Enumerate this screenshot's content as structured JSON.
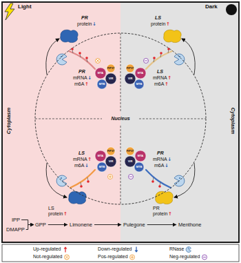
{
  "diagram": {
    "nodes": [
      {
        "text": [
          "Light",
          "Cytoplasm"
        ]
      },
      {
        "text": [
          "Dark",
          "Cytoplasm"
        ]
      },
      {
        "text": [
          "Nucleus"
        ]
      },
      {
        "text": [
          "IPP"
        ]
      },
      {
        "text": [
          "DMAPP"
        ]
      },
      {
        "text": [
          "GPP"
        ]
      },
      {
        "text": [
          "Limonene"
        ]
      },
      {
        "text": [
          "Pulegone"
        ]
      },
      {
        "text": [
          "Menthone"
        ]
      }
    ],
    "edges": [
      {
        "from": 3,
        "to": 5,
        "arrow": "to"
      },
      {
        "from": 4,
        "to": 5,
        "arrow": "to"
      },
      {
        "from": 5,
        "to": 6,
        "label": "LS protein",
        "arrow": "to"
      },
      {
        "from": 6,
        "to": 7,
        "arrow": "to"
      },
      {
        "from": 7,
        "to": 8,
        "label": "PR protein",
        "arrow": "to"
      }
    ],
    "labels": [
      "PR",
      "protein",
      "↓",
      "LS",
      "protein",
      "↑",
      "PR",
      "mRNA",
      "↓",
      "m6A",
      "↑",
      "LS",
      "mRNA",
      "↑",
      "m6A",
      "↑",
      "LS",
      "mRNA",
      "↑",
      "m6A",
      "↓",
      "PR",
      "mRNA",
      "↓",
      "m6A",
      "↓",
      "↑",
      "↑",
      "MTA",
      "MTB",
      "VIR",
      "FIP37",
      "MTA",
      "MTB",
      "VIR",
      "FIP37",
      "MTA",
      "MTB",
      "VIR",
      "FIP37",
      "MTA",
      "MTB",
      "VIR",
      "FIP37"
    ],
    "legend": [
      {
        "text": "Up-regulated"
      },
      {
        "text": "Down-regulated"
      },
      {
        "text": "RNase"
      },
      {
        "text": "Not-regulated"
      },
      {
        "text": "Pos-regulated"
      },
      {
        "text": "Neg-regulated"
      }
    ]
  }
}
